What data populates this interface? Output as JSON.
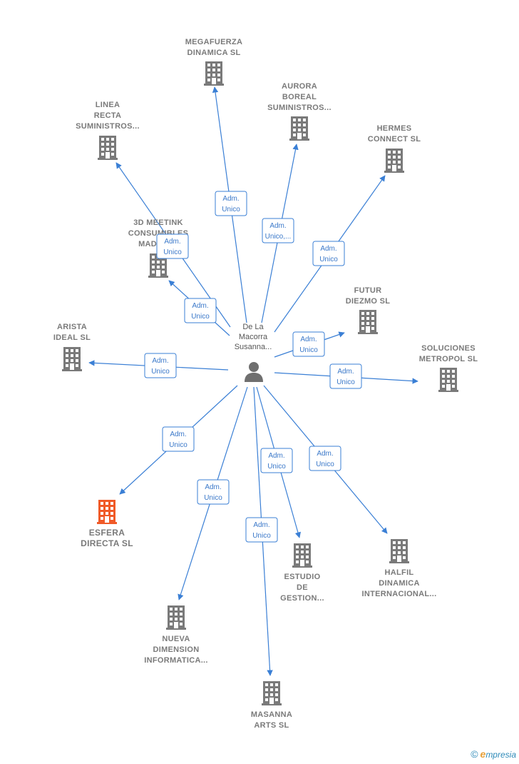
{
  "center": {
    "name_lines": [
      "De La",
      "Macorra",
      "Susanna..."
    ],
    "icon": "person-icon"
  },
  "colors": {
    "edge": "#3a7fd5",
    "building": "#7a7a7a",
    "highlight": "#f05a28",
    "role_text": "#3a78c9"
  },
  "nodes": [
    {
      "id": "megafuerza",
      "lines": [
        "MEGAFUERZA",
        "DINAMICA  SL"
      ],
      "role": [
        "Adm.",
        "Unico"
      ],
      "highlight": false
    },
    {
      "id": "aurora",
      "lines": [
        "AURORA",
        "BOREAL",
        "SUMINISTROS..."
      ],
      "role": [
        "Adm.",
        "Unico,..."
      ],
      "highlight": false
    },
    {
      "id": "linea",
      "lines": [
        "LINEA",
        "RECTA",
        "SUMINISTROS..."
      ],
      "role": [
        "Adm.",
        "Unico"
      ],
      "highlight": false
    },
    {
      "id": "hermes",
      "lines": [
        "HERMES",
        "CONNECT  SL"
      ],
      "role": [
        "Adm.",
        "Unico"
      ],
      "highlight": false
    },
    {
      "id": "3dmeetink",
      "lines": [
        "3D MEETINK",
        "CONSUMIBLES",
        "MADRID..."
      ],
      "role": [
        "Adm.",
        "Unico"
      ],
      "highlight": false
    },
    {
      "id": "futur",
      "lines": [
        "FUTUR",
        "DIEZMO  SL"
      ],
      "role": [
        "Adm.",
        "Unico"
      ],
      "highlight": false
    },
    {
      "id": "arista",
      "lines": [
        "ARISTA",
        "IDEAL  SL"
      ],
      "role": [
        "Adm.",
        "Unico"
      ],
      "highlight": false
    },
    {
      "id": "soluciones",
      "lines": [
        "SOLUCIONES",
        "METROPOL  SL"
      ],
      "role": [
        "Adm.",
        "Unico"
      ],
      "highlight": false
    },
    {
      "id": "esfera",
      "lines": [
        "ESFERA",
        "DIRECTA  SL"
      ],
      "role": [
        "Adm.",
        "Unico"
      ],
      "highlight": true
    },
    {
      "id": "nueva",
      "lines": [
        "NUEVA",
        "DIMENSION",
        "INFORMATICA..."
      ],
      "role": [
        "Adm.",
        "Unico"
      ],
      "highlight": false
    },
    {
      "id": "estudio",
      "lines": [
        "ESTUDIO",
        "DE",
        "GESTION..."
      ],
      "role": [
        "Adm.",
        "Unico"
      ],
      "highlight": false
    },
    {
      "id": "halfil",
      "lines": [
        "HALFIL",
        "DINAMICA",
        "INTERNACIONAL..."
      ],
      "role": [
        "Adm.",
        "Unico"
      ],
      "highlight": false
    },
    {
      "id": "masanna",
      "lines": [
        "MASANNA",
        "ARTS  SL"
      ],
      "role": [
        "Adm.",
        "Unico"
      ],
      "highlight": false
    }
  ],
  "footer": {
    "copyright": "©",
    "brand_initial": "e",
    "brand_rest": "mpresia"
  }
}
